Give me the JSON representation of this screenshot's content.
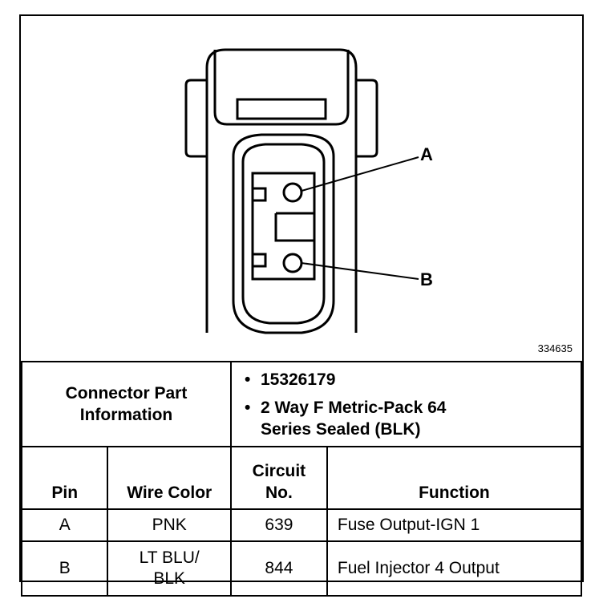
{
  "figure_id": "334635",
  "pins": [
    {
      "pin": "A",
      "wire_color": "PNK",
      "circuit": "639",
      "function": "Fuse Output-IGN 1"
    },
    {
      "pin": "B",
      "wire_color": "LT BLU/ BLK",
      "circuit": "844",
      "function": "Fuel Injector 4 Output"
    }
  ],
  "connector_info": {
    "title": "Connector Part Information",
    "items": [
      "15326179",
      "2 Way F Metric-Pack 64 Series Sealed (BLK)"
    ]
  },
  "table_headers": {
    "pin": "Pin",
    "wire_color": "Wire Color",
    "circuit": "Circuit No.",
    "function": "Function"
  },
  "colors": {
    "line": "#000000",
    "background": "#ffffff"
  }
}
